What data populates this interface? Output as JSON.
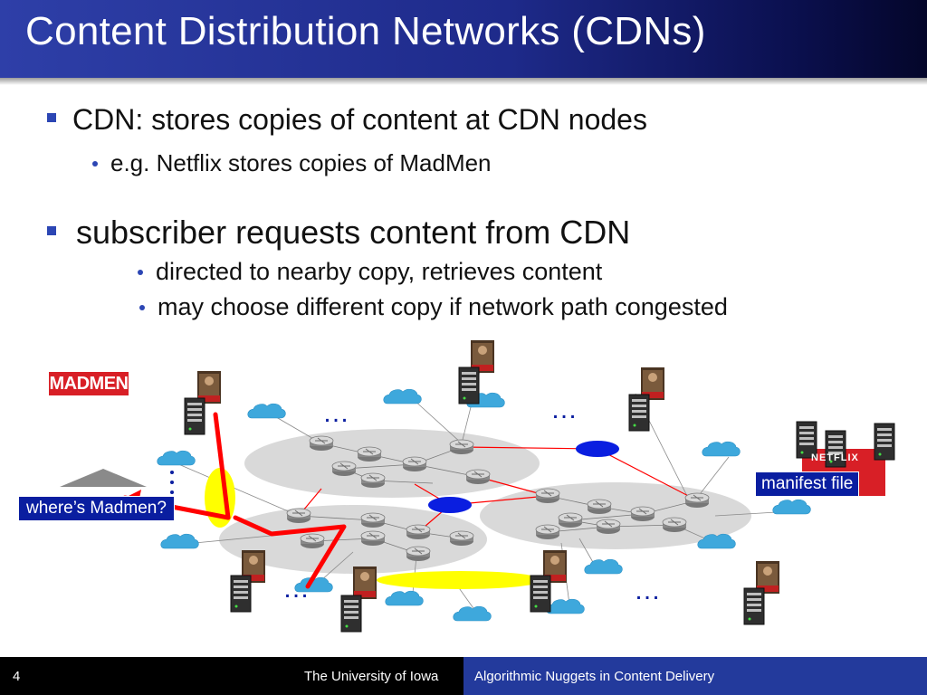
{
  "slide": {
    "title": "Content Distribution Networks (CDNs)",
    "bullets": [
      {
        "text": "CDN: stores copies of content at CDN nodes",
        "sub": [
          "e.g. Netflix stores copies of MadMen"
        ]
      },
      {
        "text": "subscriber requests content from CDN",
        "sub": [
          "directed to nearby copy, retrieves content",
          "may choose different copy if network path congested"
        ]
      }
    ]
  },
  "diagram": {
    "madmen_logo": "MADMEN",
    "callout_request": "where’s Madmen?",
    "callout_manifest": "manifest file",
    "netflix_logo": "NETFLIX",
    "ellipsis": "…",
    "colors": {
      "link_red": "#ff0000",
      "cloud": "#3ea8dc",
      "highlight": "#ffff00",
      "node_blue": "#0a1ee0",
      "netflix_red": "#d81f26"
    }
  },
  "footer": {
    "page": "4",
    "institution": "The University of Iowa",
    "course": "Algorithmic Nuggets in Content Delivery"
  }
}
